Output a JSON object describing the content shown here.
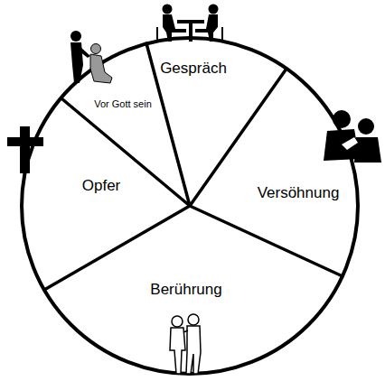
{
  "diagram": {
    "nodes": [
      {
        "text": [
          "Gespräch"
        ]
      },
      {
        "text": [
          "Versöhnung"
        ]
      },
      {
        "text": [
          "Berührung"
        ]
      },
      {
        "text": [
          "Opfer"
        ]
      },
      {
        "text": [
          "Vor Gott sein"
        ]
      }
    ]
  }
}
